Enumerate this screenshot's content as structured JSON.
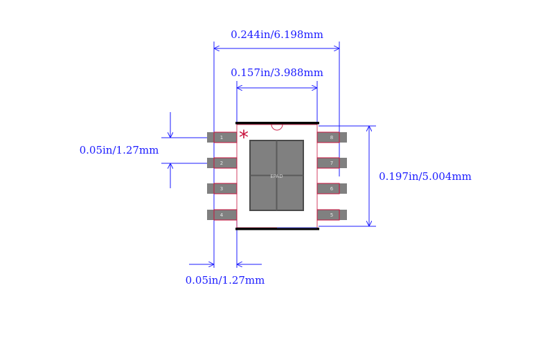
{
  "dimensions": {
    "overall_width": "0.244in/6.198mm",
    "body_width": "0.157in/3.988mm",
    "pin_pitch": "0.05in/1.27mm",
    "body_length": "0.197in/5.004mm",
    "pad_width": "0.05in/1.27mm"
  },
  "pins": {
    "left": [
      "1",
      "2",
      "3",
      "4"
    ],
    "right": [
      "8",
      "7",
      "6",
      "5"
    ]
  },
  "epad_label": "EPAD",
  "pin1_marker": "*",
  "colors": {
    "dimension": "#1a1aff",
    "pad": "#808080",
    "pad_outline": "#c8103c",
    "body_outline": "#000000",
    "marker": "#c8103c"
  }
}
